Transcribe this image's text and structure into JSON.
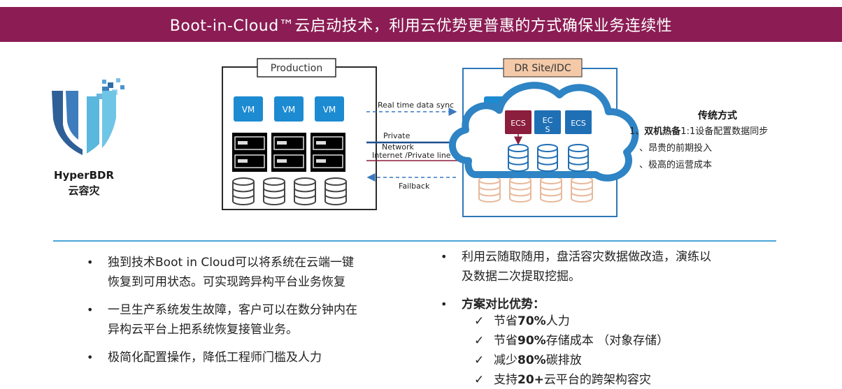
{
  "banner": {
    "title": "Boot-in-Cloud™云启动技术，利用云优势更普惠的方式确保业务连续性"
  },
  "logo": {
    "name_line1": "HyperBDR",
    "name_line2": "云容灾"
  },
  "diagram": {
    "production_label": "Production",
    "dr_label": "DR Site/IDC",
    "vm_label": "VM",
    "ecs_label": "ECS",
    "ecs_wrapped_label_line1": "EC",
    "ecs_wrapped_label_line2": "S",
    "arrow_sync": "Real time data sync",
    "arrow_private_line1": "Private",
    "arrow_private_line2": "Network",
    "arrow_internet": "Internet /Private line",
    "arrow_failback": "Failback",
    "colors": {
      "accent_blue": "#1f6fb5",
      "vm_blue": "#1d8bd1",
      "ecs_red": "#8b1d3d",
      "cloud_blue": "#2e84c4",
      "disk_peach": "#e8b89a"
    }
  },
  "traditional": {
    "title": "传统方式",
    "item1_prefix": "1、",
    "item1_bold": "双机热备",
    "item1_rest": "1:1设备配置数据同步",
    "item2": "、昂贵的前期投入",
    "item3": "、极高的运营成本"
  },
  "bullets_left": [
    {
      "line1": "独到技术Boot in Cloud可以将系统在云端一键",
      "line2": "恢复到可用状态。可实现跨异构平台业务恢复"
    },
    {
      "line1": "一旦生产系统发生故障，客户可以在数分钟内在",
      "line2": "异构云平台上把系统恢复接管业务。"
    },
    {
      "line1": "极简化配置操作，降低工程师门槛及人力",
      "line2": ""
    }
  ],
  "bullets_right": [
    {
      "line1": "利用云随取随用，盘活容灾数据做改造，演练以",
      "line2": "及数据二次提取挖掘。"
    }
  ],
  "advantages": {
    "title": "方案对比优势：",
    "items": [
      {
        "pre": "节省",
        "bold": "70%",
        "post": "人力"
      },
      {
        "pre": "节省",
        "bold": "90%",
        "post": "存储成本 （对象存储）"
      },
      {
        "pre": "减少",
        "bold": "80%",
        "post": "碳排放"
      },
      {
        "pre": "支持",
        "bold": "20+",
        "post": "云平台的跨架构容灾"
      }
    ]
  },
  "bullet_glyph": "•",
  "check_glyph": "✓"
}
